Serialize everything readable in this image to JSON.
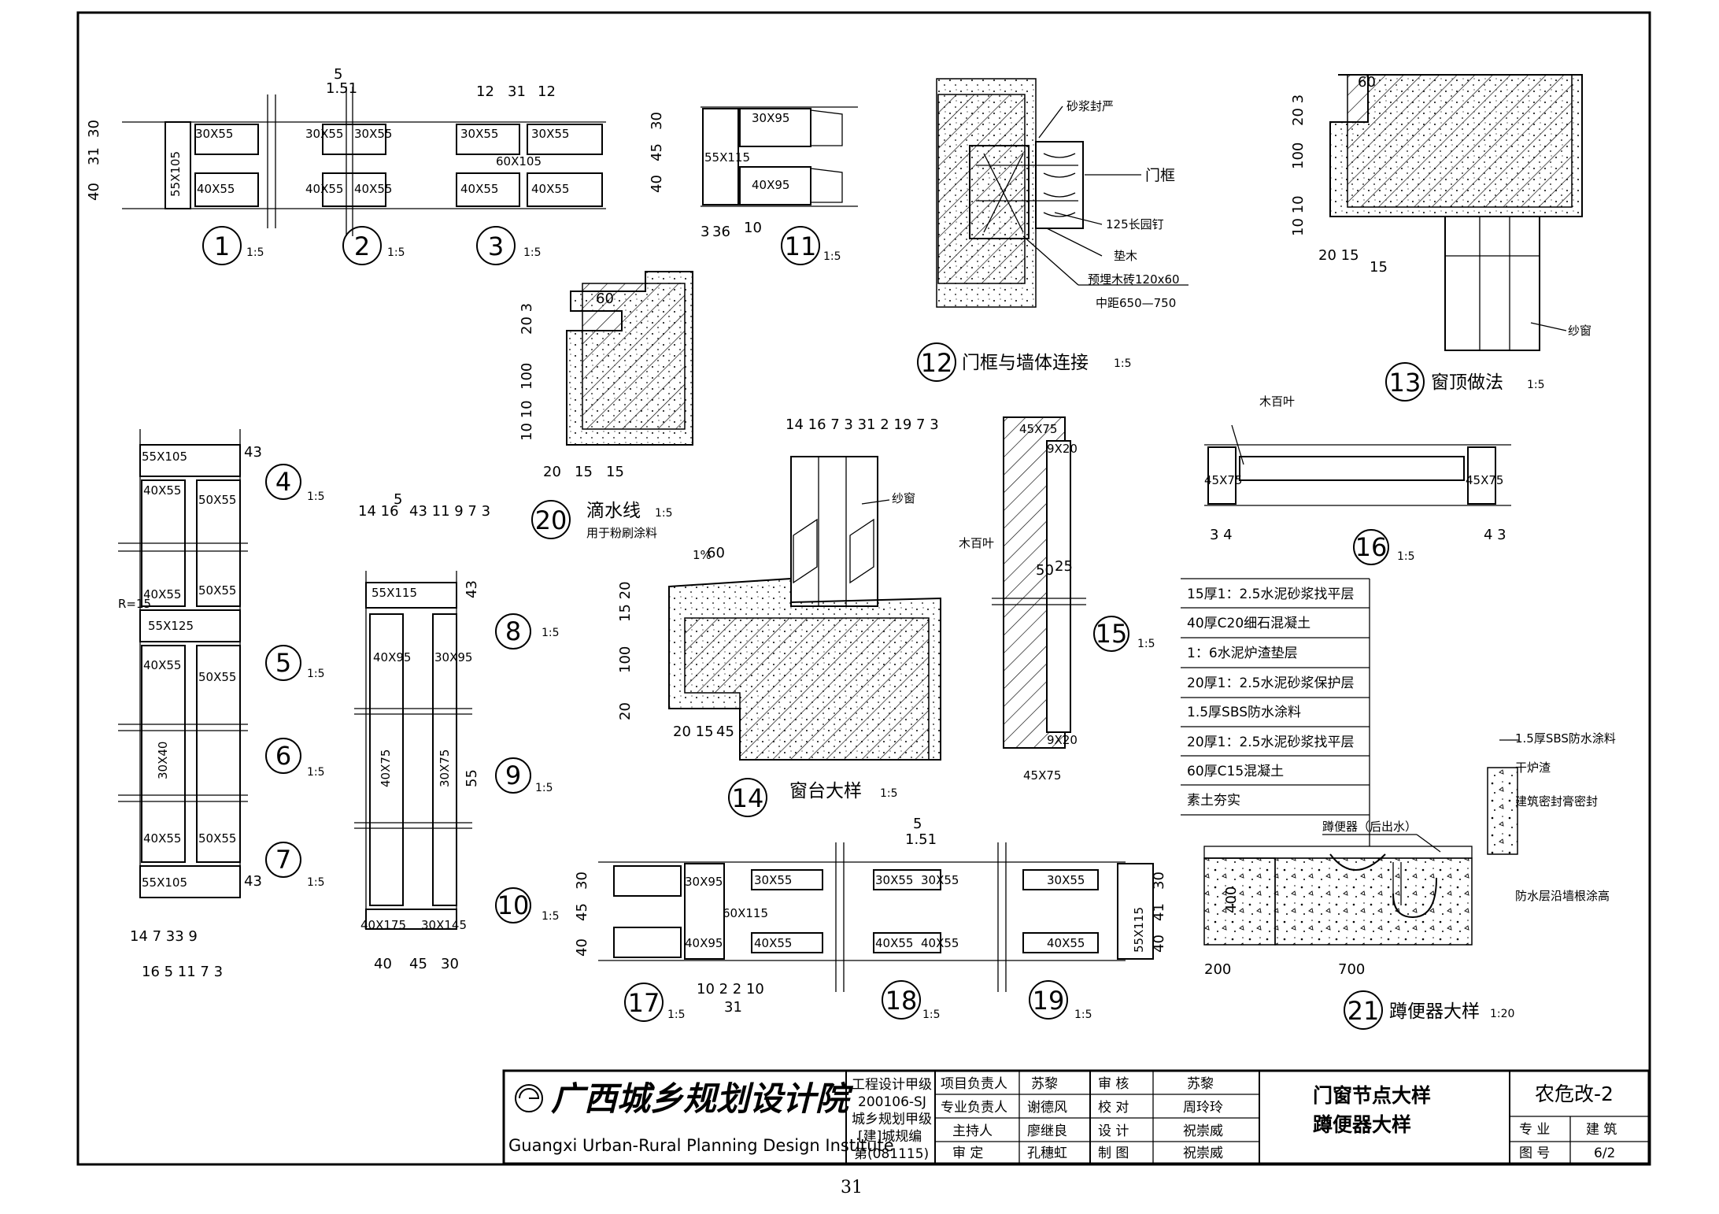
{
  "page_number": "31",
  "details": {
    "d1": {
      "num": "1",
      "scale": "1:5"
    },
    "d2": {
      "num": "2",
      "scale": "1:5"
    },
    "d3": {
      "num": "3",
      "scale": "1:5"
    },
    "d4": {
      "num": "4",
      "scale": "1:5"
    },
    "d5": {
      "num": "5",
      "scale": "1:5"
    },
    "d6": {
      "num": "6",
      "scale": "1:5"
    },
    "d7": {
      "num": "7",
      "scale": "1:5"
    },
    "d8": {
      "num": "8",
      "scale": "1:5"
    },
    "d9": {
      "num": "9",
      "scale": "1:5"
    },
    "d10": {
      "num": "10",
      "scale": "1:5"
    },
    "d11": {
      "num": "11",
      "scale": "1:5"
    },
    "d12": {
      "num": "12",
      "title": "门框与墙体连接",
      "scale": "1:5"
    },
    "d13": {
      "num": "13",
      "title": "窗顶做法",
      "scale": "1:5"
    },
    "d14": {
      "num": "14",
      "title": "窗台大样",
      "scale": "1:5"
    },
    "d15": {
      "num": "15",
      "scale": "1:5"
    },
    "d16": {
      "num": "16",
      "scale": "1:5"
    },
    "d17": {
      "num": "17",
      "scale": "1:5"
    },
    "d18": {
      "num": "18",
      "scale": "1:5"
    },
    "d19": {
      "num": "19",
      "scale": "1:5"
    },
    "d20": {
      "num": "20",
      "title": "滴水线",
      "scale": "1:5",
      "note": "用于粉刷涂料"
    },
    "d21": {
      "num": "21",
      "title": "蹲便器大样",
      "scale": "1:20"
    }
  },
  "member_labels": {
    "m30x55": "30X55",
    "m40x55": "40X55",
    "m55x105": "55X105",
    "m60x105": "60X105",
    "m30x95": "30X95",
    "m40x95": "40X95",
    "m55x115": "55X115",
    "m50x55": "50X55",
    "m55x125": "55X125",
    "m30x40": "30X40",
    "m40x75": "40X75",
    "m30x75": "30X75",
    "m40x175": "40X175",
    "m30x145": "30X145",
    "m45x75": "45X75",
    "m9x20": "9X20",
    "m60x115": "60X115",
    "r15": "R=15"
  },
  "annotations": {
    "mortar_seal": "砂浆封严",
    "door_frame": "门框",
    "round_nail": "125长园钉",
    "wood_pad": "垫木",
    "wood_brick": "预埋木砖120x60",
    "spacing": "中距650—750",
    "screen": "纱窗",
    "louver": "木百叶",
    "slope": "1%",
    "squat_pan": "蹲便器（后出水）",
    "sbs_coat": "1.5厚SBS防水涂料",
    "dry_slag": "干炉渣",
    "sealant": "建筑密封膏密封",
    "wall_up": "防水层沿墙根涂高"
  },
  "layers": [
    "15厚1：2.5水泥砂浆找平层",
    "40厚C20细石混凝土",
    "1：6水泥炉渣垫层",
    "20厚1：2.5水泥砂浆保护层",
    "1.5厚SBS防水涂料",
    "20厚1：2.5水泥砂浆找平层",
    "60厚C15混凝土",
    "素土夯实"
  ],
  "title_block": {
    "logo_cn": "广西城乡规划设计院",
    "logo_en": "Guangxi Urban-Rural Planning Design Institute",
    "cert": [
      "工程设计甲级",
      "200106-SJ",
      "城乡规划甲级",
      "[建]城规编",
      "第(081115)"
    ],
    "roles": [
      {
        "role": "项目负责人",
        "name": "苏黎"
      },
      {
        "role": "专业负责人",
        "name": "谢德风"
      },
      {
        "role": "主持人",
        "name": "廖继良"
      },
      {
        "role": "审  定",
        "name": "孔穗虹"
      }
    ],
    "checks": [
      {
        "role": "审  核",
        "name": "苏黎"
      },
      {
        "role": "校  对",
        "name": "周玲玲"
      },
      {
        "role": "设  计",
        "name": "祝崇威"
      },
      {
        "role": "制  图",
        "name": "祝崇威"
      }
    ],
    "drawing_title": [
      "门窗节点大样",
      "蹲便器大样"
    ],
    "drawing_code": "农危改-2",
    "discipline_label": "专  业",
    "discipline": "建  筑",
    "sheet_label": "图  号",
    "sheet": "6/2"
  }
}
